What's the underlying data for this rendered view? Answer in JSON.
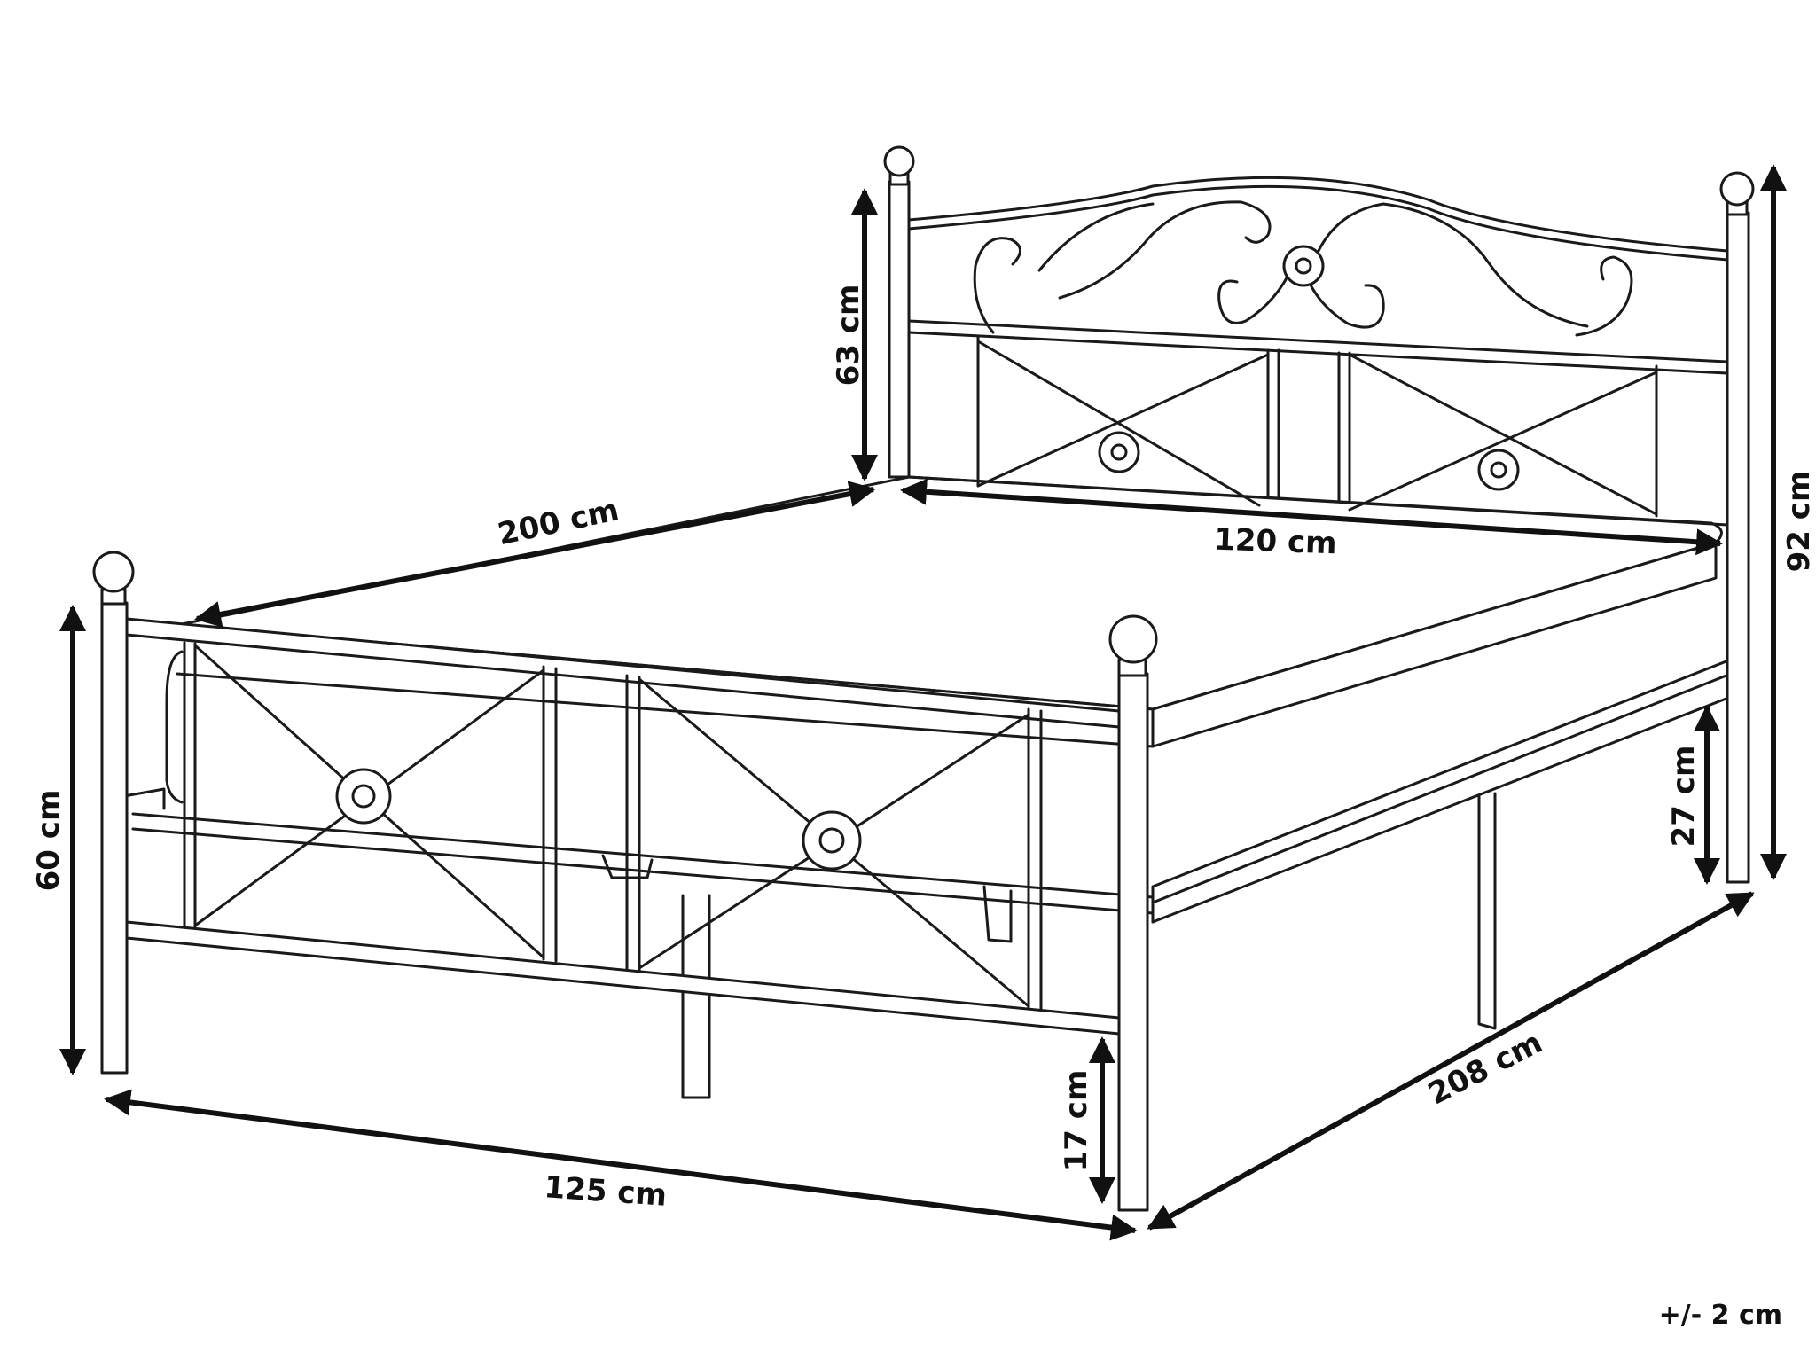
{
  "colors": {
    "line": "#1a1a1a",
    "arrow": "#111111",
    "background": "#ffffff"
  },
  "dimensions": {
    "headboard_height": "63 cm",
    "total_height": "92 cm",
    "footboard_height": "60 cm",
    "length_inner": "200 cm",
    "width_inner": "120 cm",
    "width_outer": "125 cm",
    "length_outer": "208 cm",
    "leg_clearance": "17 cm",
    "frame_height": "27 cm"
  },
  "tolerance": "+/- 2 cm"
}
